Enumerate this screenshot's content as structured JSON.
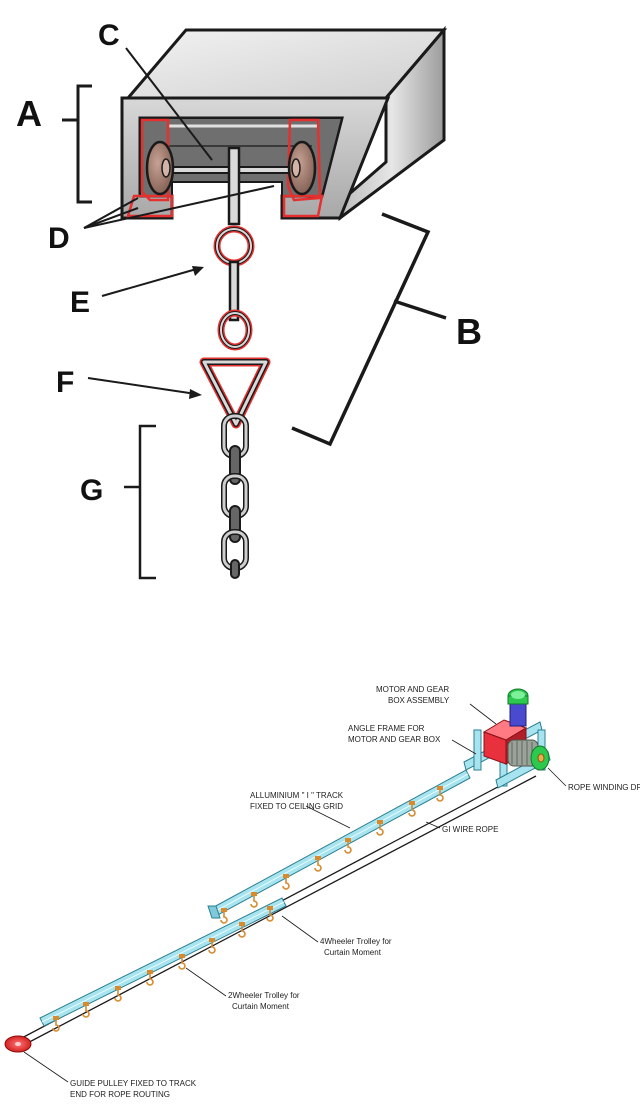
{
  "top_diagram": {
    "letters": {
      "a": "A",
      "b": "B",
      "c": "C",
      "d": "D",
      "e": "E",
      "f": "F",
      "g": "G"
    }
  },
  "bottom_diagram": {
    "labels": {
      "motor_gear_1": "MOTOR AND GEAR",
      "motor_gear_2": "BOX ASSEMBLY",
      "angle_frame_1": "ANGLE FRAME FOR",
      "angle_frame_2": "MOTOR AND GEAR BOX",
      "rope_drum": "ROPE WINDING DRUM",
      "track_1": "ALLUMINIUM \" I \" TRACK",
      "track_2": "FIXED  TO CEILING GRID",
      "wire_rope": "GI WIRE ROPE",
      "four_wheel_1": "4Wheeler Trolley for",
      "four_wheel_2": "Curtain Moment",
      "two_wheel_1": "2Wheeler Trolley for",
      "two_wheel_2": "Curtain Moment",
      "guide_pulley_1": "GUIDE PULLEY FIXED TO TRACK",
      "guide_pulley_2": "END FOR ROPE ROUTING"
    }
  },
  "colors": {
    "rail_outline": "#1a1a1a",
    "rail_side": "#9a9a9a",
    "rail_front": "#c4c4c4",
    "rail_top": "#e2e2e2",
    "wheel": "#a0786a",
    "highlight_red": "#e53030",
    "track_cyan": "#a8e4ef",
    "motor_red": "#e8313d",
    "motor_green": "#2cc94e",
    "motor_blue": "#4a4acf",
    "drum_gray": "#9aa39a",
    "hook_orange": "#d88a2e"
  }
}
